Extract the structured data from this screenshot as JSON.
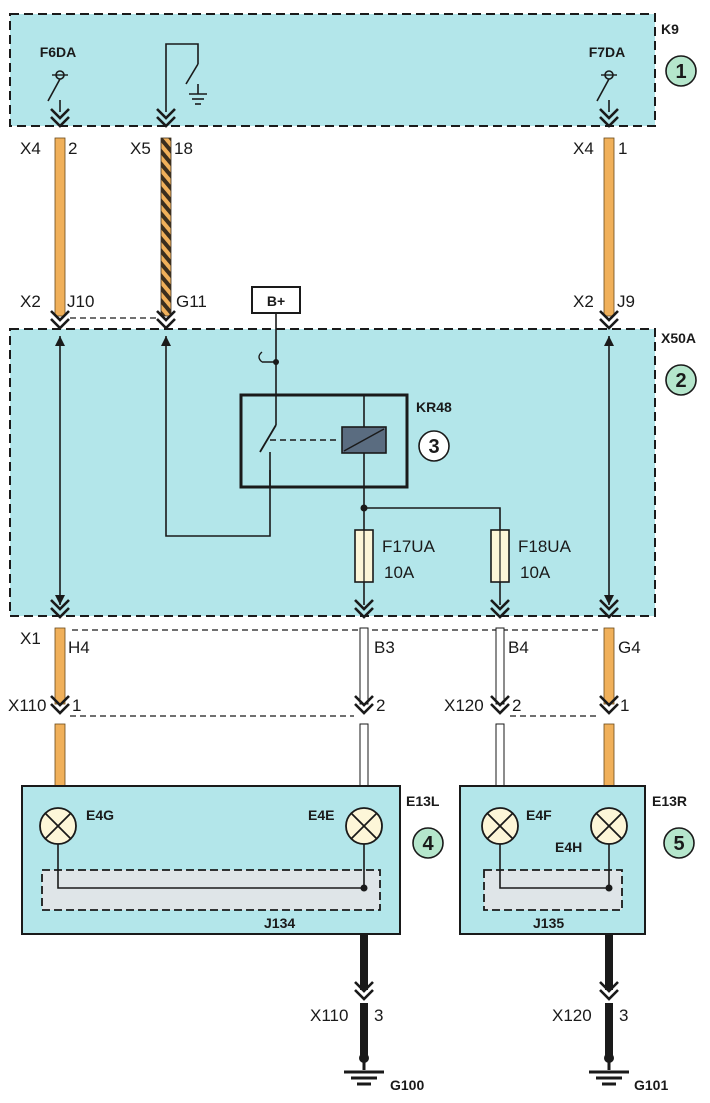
{
  "colors": {
    "module_fill": "#b3e6ea",
    "badge_fill": "#b5e6cc",
    "wire_orange": "#f0b05a",
    "wire_dark": "#3a2e1e",
    "lamp_fill": "#fdf6d8",
    "fuse_fill": "#fdf6d8",
    "relay_coil": "#5a6c80"
  },
  "modules": {
    "k9": {
      "name": "K9",
      "badge": "1"
    },
    "x50a": {
      "name": "X50A",
      "badge": "2"
    },
    "left_lamp_unit": {
      "name": "E13L",
      "badge": "4",
      "bar": "J134"
    },
    "right_lamp_unit": {
      "name": "E13R",
      "badge": "5",
      "bar": "J135"
    }
  },
  "inputs": {
    "f6da": "F6DA",
    "f7da": "F7DA"
  },
  "supply": "B+",
  "relay": {
    "name": "KR48",
    "badge": "3"
  },
  "fuses": [
    {
      "name": "F17UA",
      "rating": "10A"
    },
    {
      "name": "F18UA",
      "rating": "10A"
    }
  ],
  "lamps": {
    "e4g": "E4G",
    "e4e": "E4E",
    "e4f": "E4F",
    "e4h": "E4H"
  },
  "connectors": {
    "x4_left": {
      "name": "X4",
      "pin": "2"
    },
    "x5": {
      "name": "X5",
      "pin": "18"
    },
    "x4_right": {
      "name": "X4",
      "pin": "1"
    },
    "x2_left": {
      "name": "X2",
      "pin": "J10"
    },
    "x2_mid_pin": "G11",
    "x2_right": {
      "name": "X2",
      "pin": "J9"
    },
    "x1": {
      "name": "X1",
      "pin": "H4"
    },
    "b3": "B3",
    "b4": "B4",
    "g4": "G4",
    "x110": {
      "name": "X110",
      "pin1": "1",
      "pin2": "2"
    },
    "x120": {
      "name": "X120",
      "pin2": "2",
      "pin1": "1"
    },
    "x110_ground": {
      "name": "X110",
      "pin": "3"
    },
    "x120_ground": {
      "name": "X120",
      "pin": "3"
    }
  },
  "grounds": {
    "left": "G100",
    "right": "G101"
  }
}
